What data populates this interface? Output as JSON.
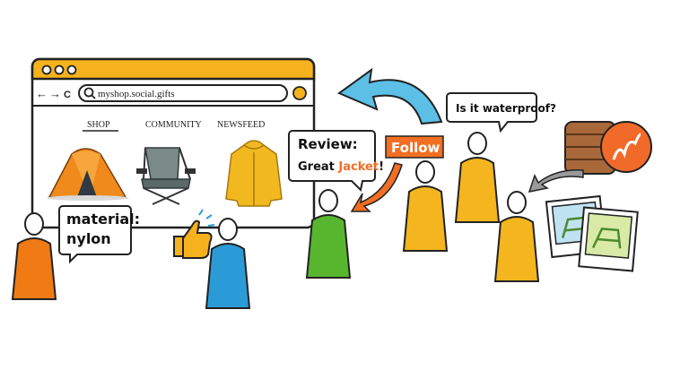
{
  "browser": {
    "url": "myshop.social.gifts",
    "nav_back": "←",
    "nav_forward": "→",
    "nav_reload": "C",
    "tabs": [
      {
        "label": "SHOP",
        "active": true
      },
      {
        "label": "COMMUNITY",
        "active": false
      },
      {
        "label": "NEWSFEED",
        "active": false
      }
    ],
    "products": [
      {
        "name": "tent",
        "color": "#f08a1c"
      },
      {
        "name": "camping-chair",
        "color": "#7a8a86"
      },
      {
        "name": "rain-jacket",
        "color": "#f2b81f"
      }
    ]
  },
  "bubbles": {
    "material_line1": "material:",
    "material_line2": "nylon",
    "review_line1": "Review:",
    "review_line2a": "Great ",
    "review_line2b": "Jacket",
    "review_line2c": "!",
    "question": "Is it waterproof?"
  },
  "follow_button": "Follow",
  "people_colors": {
    "orange": "#f07a13",
    "blue": "#2b9bd8",
    "green": "#58b62e",
    "yellow": "#f4b51e"
  },
  "colors": {
    "accent_yellow": "#f6b21c",
    "follow_orange": "#f26e22",
    "arrow_blue": "#5cbfe6",
    "coin_orange": "#f26a2a"
  }
}
